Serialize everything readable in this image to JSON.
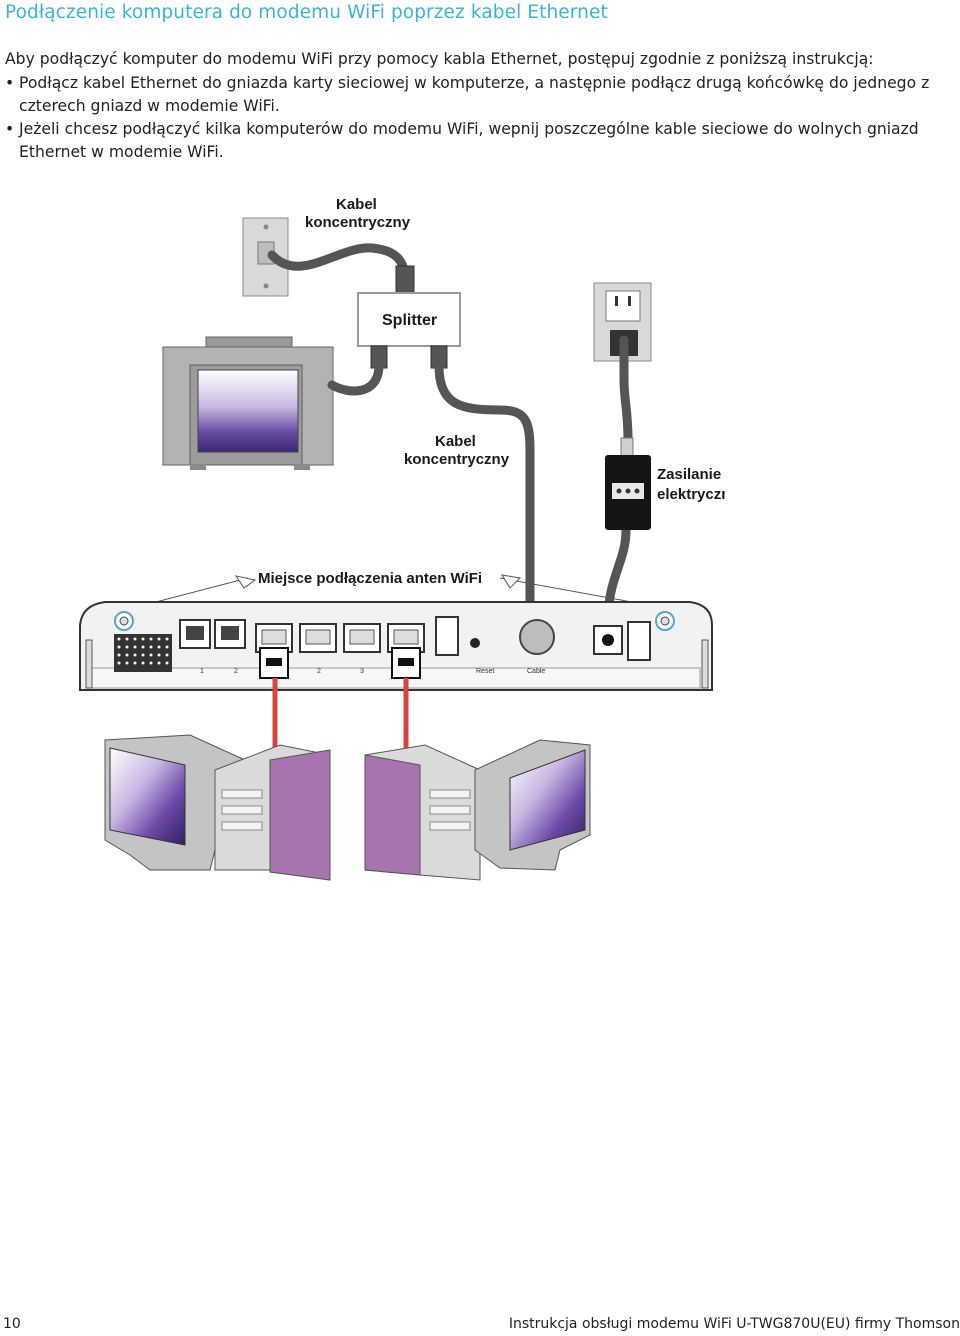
{
  "page": {
    "title": "Podłączenie komputera do modemu WiFi poprzez kabel Ethernet",
    "intro": "Aby podłączyć komputer do modemu WiFi przy pomocy kabla Ethernet, postępuj zgodnie z poniższą instrukcją:",
    "bullets": [
      "Podłącz kabel Ethernet do gniazda karty sieciowej w komputerze, a następnie podłącz drugą końcówkę do jednego z czterech gniazd w modemie WiFi.",
      "Jeżeli chcesz podłączyć kilka komputerów do modemu WiFi, wepnij poszczególne kable sieciowe do wolnych gniazd Ethernet w modemie WiFi."
    ]
  },
  "diagram": {
    "label_coax_top_1": "Kabel",
    "label_coax_top_2": "koncentryczny",
    "label_splitter": "Splitter",
    "label_coax_mid_1": "Kabel",
    "label_coax_mid_2": "koncentryczny",
    "label_power_1": "Zasilanie",
    "label_power_2": "elektryczne",
    "label_antenna": "Miejsce podłączenia anten WiFi",
    "port_labels": {
      "phone1": "1",
      "phone2": "2",
      "eth2": "2",
      "eth3": "3",
      "reset": "Reset",
      "cable": "Cable"
    },
    "colors": {
      "cable_gray": "#555555",
      "ethernet_red": "#d9443b",
      "tower_purple": "#a774b0",
      "screen_purple": "#5a3d8c",
      "accent_title": "#3ab4d0"
    }
  },
  "footer": {
    "page_number": "10",
    "text": "Instrukcja obsługi modemu WiFi U-TWG870U(EU) firmy Thomson"
  }
}
